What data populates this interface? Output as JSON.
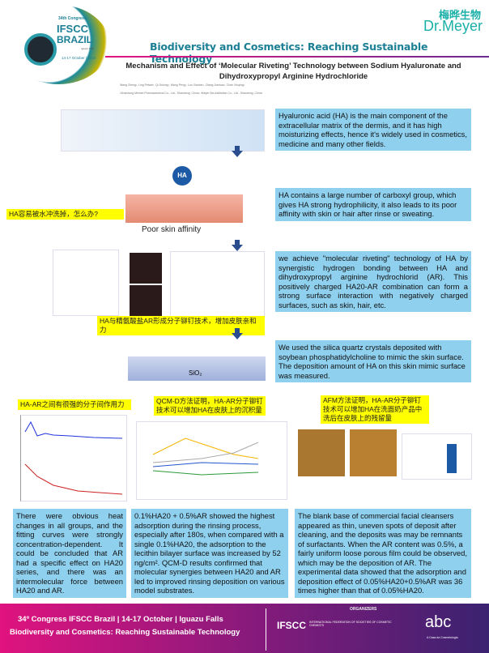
{
  "header": {
    "congress": "34th Congress",
    "ifscc": "IFSCC",
    "brazil": "BRAZIL",
    "place": "Iguazu Falls",
    "dates": "14-17 October | 2024",
    "brand_cn": "梅晔生物",
    "brand_en": "Dr.Meyer",
    "theme": "Biodiversity and Cosmetics: Reaching Sustainable Technology"
  },
  "title": "Mechanism and Effect of ‘Molecular Riveting’ Technology between Sodium Hyaluronate and Dihydroxypropyl Arginine Hydrochloride",
  "authors": "Wang Zheng¹, Ling Peiwei¹, Qi Jinlong¹, Wang Peng¹, Luo Xiaobei¹, Zhang Jianhua¹, Chen Xiuqing²",
  "affiliations": "¹Shandong Meimei Pharmaceutical Co., Ltd., Shandong, China; ²Meyer Bio-institution Co., Ltd., Shandong, China",
  "figures": {
    "ha": "HA",
    "poor_affinity": "Poor skin affinity",
    "sio2": "SiO₂"
  },
  "text_boxes": [
    "Hyaluronic acid (HA) is the main component of the extracellular matrix of the dermis, and it has high moisturizing effects, hence it's widely used in cosmetics, medicine and many other fields.",
    "HA contains a large number of carboxyl group, which gives HA strong hydrophilicity, it also leads to its poor affinity with skin or hair after rinse or sweating.",
    "we achieve \"molecular riveting\" technology of HA by synergistic hydrogen bonding between HA and dihydroxypropyl arginine hydrochlorid (AR). This positively charged HA20-AR combination can form a strong surface interaction with negatively charged surfaces, such as skin, hair, etc.",
    "We used the silica quartz crystals deposited with soybean phosphatidylcholine to mimic the skin surface. The deposition amount of HA on this skin mimic surface was measured."
  ],
  "highlights": [
    "HA容易被水冲洗掉，怎么办?",
    "HA与精氨酸盐AR形成分子铆钉技术，增加皮肤亲和力",
    "HA-AR之间有很强的分子间作用力",
    "QCM-D方法证明，HA-AR分子铆钉技术可以增加HA在皮肤上的沉积量",
    "AFM方法证明，HA-AR分子铆钉技术可以增加HA在洗面奶产品中洗后在皮肤上的残留量"
  ],
  "results": [
    "There were obvious heat changes in all groups, and the fitting curves were strongly concentration-dependent. It could be concluded that AR had a specific effect on HA20 series, and there was an intermolecular force between HA20 and AR.",
    "0.1%HA20 + 0.5%AR showed the highest adsorption during the rinsing process, especially after 180s, when compared with a single 0.1%HA20, the adsorption to the lecithin bilayer surface was increased by 52 ng/cm². QCM-D results confirmed that molecular synergies between HA20 and AR led to improved rinsing deposition on various model substrates.",
    "The blank base of commercial facial cleansers appeared as thin, uneven spots of deposit after cleaning, and the deposits was may be remnants of surfactants. When the AR content was 0.5%, a fairly uniform loose porous film could be observed, which may be the deposition of AR. The experimental data showed that the adsorption and deposition effect of 0.05%HA20+0.5%AR was 36 times higher than that of 0.05%HA20."
  ],
  "footer": {
    "line1": "34º Congress IFSCC Brazil | 14-17 October | Iguazu Falls",
    "line2": "Biodiversity and Cosmetics: Reaching Sustainable Technology",
    "organizers": "ORGANIZERS",
    "ifscc": "IFSCC",
    "ifscc_full": "INTERNATIONAL FEDERATION OF SOCIETIES OF COSMETIC CHEMISTS",
    "abc": "abc",
    "abc_sub": "A Casa da Cosmetologia"
  }
}
